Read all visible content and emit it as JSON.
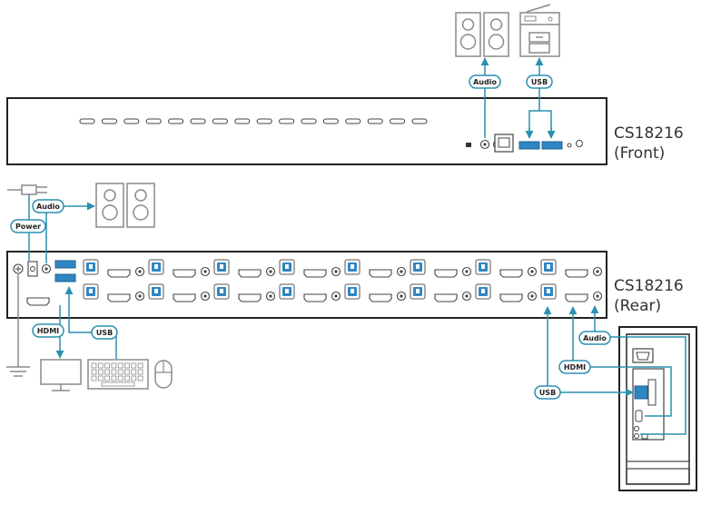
{
  "front": {
    "model": "CS18216",
    "view": "(Front)"
  },
  "rear": {
    "model": "CS18216",
    "view": "(Rear)"
  },
  "tags": {
    "front_audio": "Audio",
    "front_usb": "USB",
    "rear_power": "Power",
    "rear_audio": "Audio",
    "rear_hdmi": "HDMI",
    "rear_usb": "USB",
    "pc_audio": "Audio",
    "pc_hdmi": "HDMI",
    "pc_usb": "USB"
  },
  "colors": {
    "line": "#2b2b2b",
    "cable_blue": "#2a8fb0",
    "port_blue": "#2f86c4",
    "device_gray": "#8a8a8a"
  },
  "icons": [
    "speaker-icon",
    "printer-icon",
    "power-adapter-icon",
    "ground-icon",
    "monitor-icon",
    "keyboard-icon",
    "mouse-icon",
    "computer-icon"
  ]
}
